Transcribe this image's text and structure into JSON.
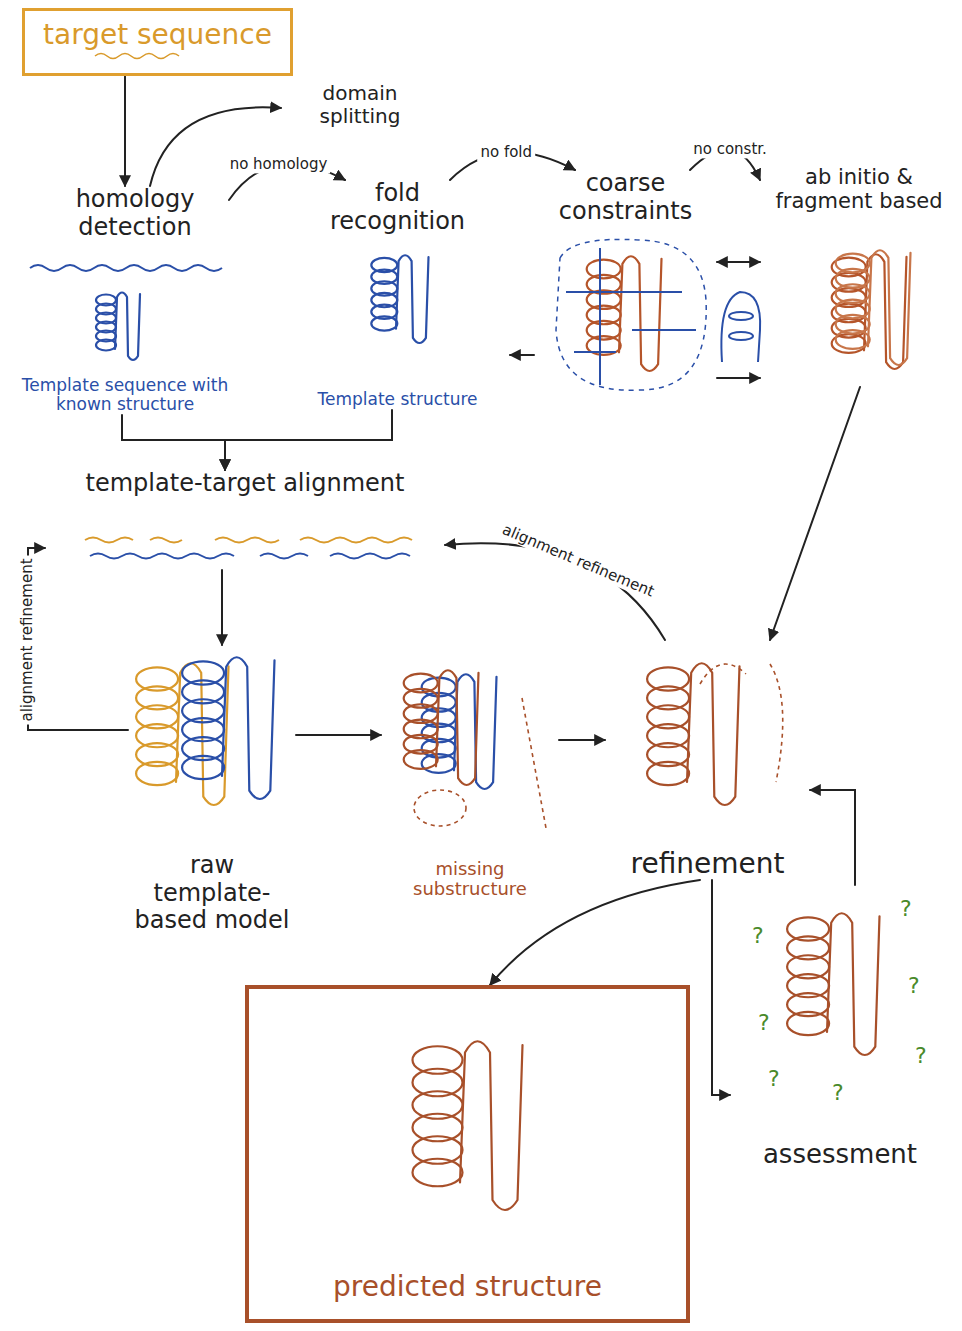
{
  "diagram": {
    "nodes": [
      {
        "text": [
          "target sequence"
        ]
      },
      {
        "text": [
          "homology detection"
        ]
      },
      {
        "text": [
          "domain splitting"
        ]
      },
      {
        "text": [
          "fold recognition"
        ]
      },
      {
        "text": [
          "coarse constraints"
        ]
      },
      {
        "text": [
          "ab initio & fragment based"
        ]
      },
      {
        "text": [
          "Template sequence with known structure"
        ]
      },
      {
        "text": [
          "Template structure"
        ]
      },
      {
        "text": [
          "template-target alignment"
        ]
      },
      {
        "text": [
          "raw template-based model"
        ]
      },
      {
        "text": [
          "missing substructure"
        ]
      },
      {
        "text": [
          "refinement"
        ]
      },
      {
        "text": [
          "assessment"
        ]
      },
      {
        "text": [
          "predicted structure"
        ]
      }
    ],
    "edges": [
      {
        "from": 0,
        "to": 1,
        "arrow": "to"
      },
      {
        "from": 1,
        "to": 2,
        "arrow": "to"
      },
      {
        "from": 1,
        "to": 3,
        "label": "no homology",
        "arrow": "to"
      },
      {
        "from": 3,
        "to": 4,
        "label": "no fold",
        "arrow": "to"
      },
      {
        "from": 4,
        "to": 5,
        "label": "no constr.",
        "arrow": "to"
      },
      {
        "from": 6,
        "to": 8,
        "arrow": "to"
      },
      {
        "from": 7,
        "to": 8,
        "arrow": "to"
      },
      {
        "from": 4,
        "to": 7,
        "arrow": "to"
      },
      {
        "from": 4,
        "to": 5,
        "arrow": "both"
      },
      {
        "from": 4,
        "to": 5,
        "arrow": "to"
      },
      {
        "from": 5,
        "to": 11,
        "arrow": "to"
      },
      {
        "from": 8,
        "to": 9,
        "arrow": "to"
      },
      {
        "from": 9,
        "to": 8,
        "label": "alignment refinement",
        "arrow": "to"
      },
      {
        "from": 11,
        "to": 8,
        "label": "alignment refinement",
        "arrow": "to"
      },
      {
        "from": 9,
        "to": 10,
        "arrow": "to"
      },
      {
        "from": 10,
        "to": 11,
        "arrow": "to"
      },
      {
        "from": 11,
        "to": 13,
        "arrow": "to"
      },
      {
        "from": 11,
        "to": 12,
        "arrow": "to"
      },
      {
        "from": 12,
        "to": 11,
        "arrow": "to"
      }
    ],
    "labels": [
      "?",
      "?",
      "?",
      "?",
      "?",
      "?",
      "?"
    ]
  }
}
